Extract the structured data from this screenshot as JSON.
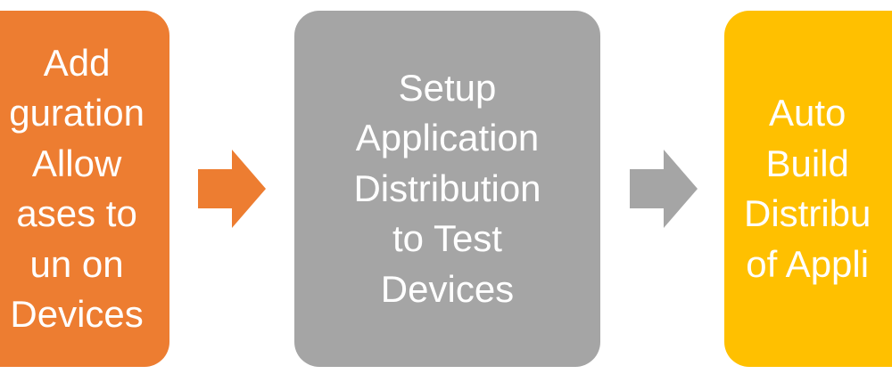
{
  "steps": [
    {
      "label": "Add\nConfiguration\nto Allow\nTest Cases to\nRun on\nDevices",
      "visible_label": "Add\nguration\nAllow\nases to\nun on\nDevices",
      "color": "#ED7D31"
    },
    {
      "label": "Setup\nApplication\nDistribution\nto Test\nDevices",
      "color": "#A5A5A5"
    },
    {
      "label": "Automate\nBuild and\nDistribution\nof Application",
      "visible_label": "Auto\nBuild\nDistribu\nof Appli",
      "color": "#FFC000"
    }
  ],
  "arrows": [
    {
      "color": "#ED7D31",
      "icon": "right-arrow-icon"
    },
    {
      "color": "#A5A5A5",
      "icon": "right-arrow-icon"
    }
  ]
}
